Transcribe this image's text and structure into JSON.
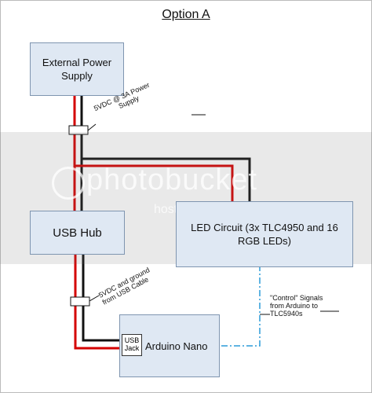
{
  "title": "Option A",
  "boxes": {
    "power_supply": "External Power Supply",
    "usb_hub": "USB Hub",
    "led_circuit_line1": "LED Circuit (3x TLC4950 and 16",
    "led_circuit_line2": "RGB LEDs)",
    "arduino": "Arduino Nano",
    "usb_jack_line1": "USB",
    "usb_jack_line2": "Jack"
  },
  "labels": {
    "power_line1": "5VDC @ 3A Power",
    "power_line2": "Supply",
    "usb_line1": "5VDC and ground",
    "usb_line2": "from USB Cable",
    "control_line1": "\"Control\" Signals",
    "control_line2": "from Arduino to",
    "control_line3": "TLC5940s"
  },
  "watermark": {
    "brand": "photobucket",
    "tagline": "host. store. share."
  },
  "colors": {
    "box_fill": "#dfe8f3",
    "box_border": "#7f95b0",
    "wire_positive": "#d40000",
    "wire_ground": "#111111",
    "signal_line": "#2b9bd8"
  }
}
